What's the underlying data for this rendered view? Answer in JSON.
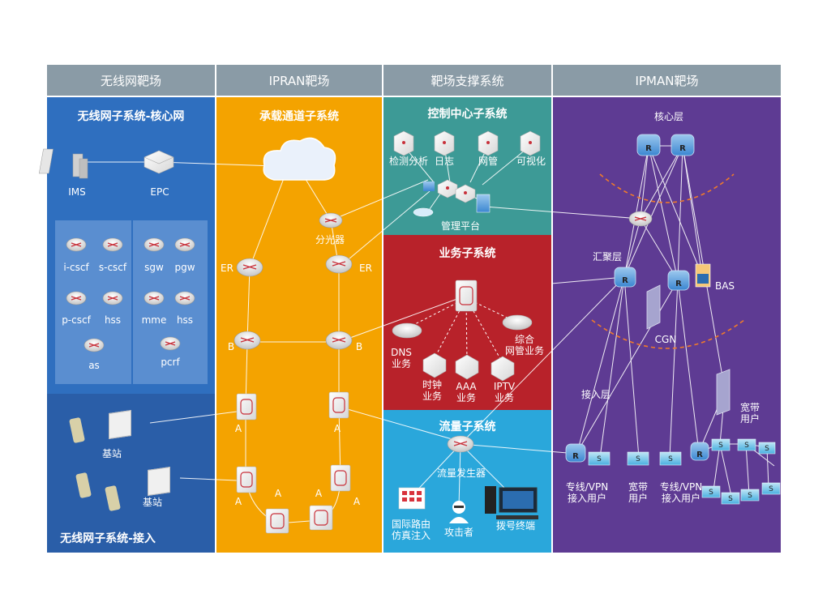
{
  "headers": [
    "无线网靶场",
    "IPRAN靶场",
    "靶场支撑系统",
    "IPMAN靶场"
  ],
  "wireless": {
    "core_title": "无线网子系统-核心网",
    "access_title": "无线网子系统-接入",
    "ims": "IMS",
    "epc": "EPC",
    "left_nodes": [
      "i-cscf",
      "s-cscf",
      "p-cscf",
      "hss",
      "as"
    ],
    "right_nodes": [
      "sgw",
      "pgw",
      "mme",
      "hss",
      "pcrf"
    ],
    "base_station": "基站"
  },
  "ipran": {
    "title": "承载通道子系统",
    "splitter": "分光器",
    "er": "ER",
    "b": "B",
    "a": "A"
  },
  "support": {
    "control": {
      "title": "控制中心子系统",
      "items": [
        "检测分析",
        "日志",
        "网管",
        "可视化"
      ],
      "platform": "管理平台"
    },
    "business": {
      "title": "业务子系统",
      "dns": [
        "DNS",
        "业务"
      ],
      "integrated": [
        "综合",
        "网管业务"
      ],
      "clock": [
        "时钟",
        "业务"
      ],
      "aaa": [
        "AAA",
        "业务"
      ],
      "iptv": [
        "IPTV",
        "业务"
      ]
    },
    "traffic": {
      "title": "流量子系统",
      "generator": "流量发生器",
      "route": [
        "国际路由",
        "仿真注入"
      ],
      "attacker": "攻击者",
      "dialup": "拨号终端"
    }
  },
  "ipman": {
    "core_layer": "核心层",
    "agg_layer": "汇聚层",
    "access_layer": "接入层",
    "bas": "BAS",
    "cgn": "CGN",
    "broadband_right": [
      "宽带",
      "用户"
    ],
    "vpn1": [
      "专线/VPN",
      "接入用户"
    ],
    "broadband": [
      "宽带",
      "用户"
    ],
    "vpn2": [
      "专线/VPN",
      "接入用户"
    ],
    "r": "R",
    "s": "S"
  },
  "colors": {
    "header": "#8a9ba6",
    "wireless_core": "#2f6fbf",
    "wireless_access": "#2a5ea8",
    "ipran": "#f4a300",
    "control": "#3d9a96",
    "business": "#b8222a",
    "traffic": "#2aa7db",
    "ipman": "#5e3b93"
  }
}
